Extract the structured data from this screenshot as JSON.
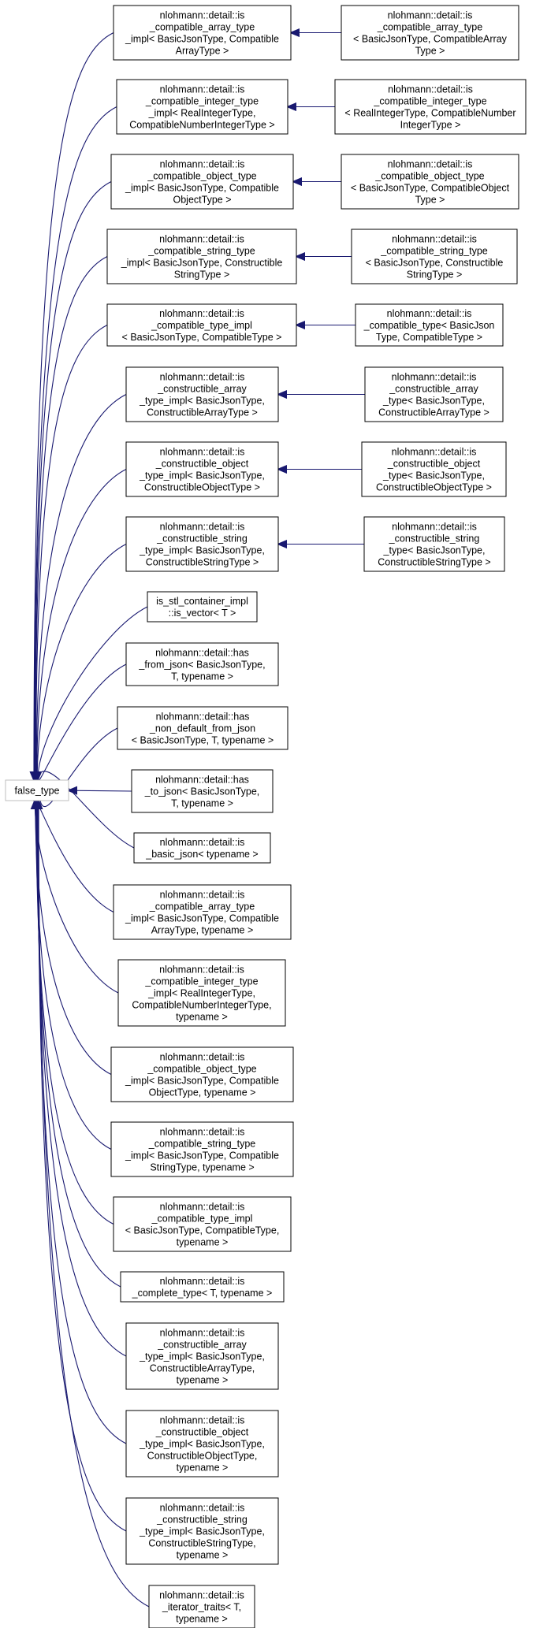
{
  "root": "false_type",
  "direct": [
    [
      "nlohmann::detail::is",
      "_compatible_array_type",
      "_impl< BasicJsonType, Compatible",
      "ArrayType >"
    ],
    [
      "nlohmann::detail::is",
      "_compatible_integer_type",
      "_impl< RealIntegerType,",
      "CompatibleNumberIntegerType >"
    ],
    [
      "nlohmann::detail::is",
      "_compatible_object_type",
      "_impl< BasicJsonType, Compatible",
      "ObjectType >"
    ],
    [
      "nlohmann::detail::is",
      "_compatible_string_type",
      "_impl< BasicJsonType, Constructible",
      "StringType >"
    ],
    [
      "nlohmann::detail::is",
      "_compatible_type_impl",
      "< BasicJsonType, CompatibleType >"
    ],
    [
      "nlohmann::detail::is",
      "_constructible_array",
      "_type_impl< BasicJsonType,",
      "ConstructibleArrayType >"
    ],
    [
      "nlohmann::detail::is",
      "_constructible_object",
      "_type_impl< BasicJsonType,",
      "ConstructibleObjectType >"
    ],
    [
      "nlohmann::detail::is",
      "_constructible_string",
      "_type_impl< BasicJsonType,",
      "ConstructibleStringType >"
    ],
    [
      "is_stl_container_impl",
      "::is_vector< T >"
    ],
    [
      "nlohmann::detail::has",
      "_from_json< BasicJsonType,",
      "T, typename >"
    ],
    [
      "nlohmann::detail::has",
      "_non_default_from_json",
      "< BasicJsonType, T, typename >"
    ],
    [
      "nlohmann::detail::has",
      "_to_json< BasicJsonType,",
      "T, typename >"
    ],
    [
      "nlohmann::detail::is",
      "_basic_json< typename >"
    ],
    [
      "nlohmann::detail::is",
      "_compatible_array_type",
      "_impl< BasicJsonType, Compatible",
      "ArrayType, typename >"
    ],
    [
      "nlohmann::detail::is",
      "_compatible_integer_type",
      "_impl< RealIntegerType,",
      "CompatibleNumberIntegerType,",
      "typename >"
    ],
    [
      "nlohmann::detail::is",
      "_compatible_object_type",
      "_impl< BasicJsonType, Compatible",
      "ObjectType, typename >"
    ],
    [
      "nlohmann::detail::is",
      "_compatible_string_type",
      "_impl< BasicJsonType, Compatible",
      "StringType, typename >"
    ],
    [
      "nlohmann::detail::is",
      "_compatible_type_impl",
      "< BasicJsonType, CompatibleType,",
      "typename >"
    ],
    [
      "nlohmann::detail::is",
      "_complete_type< T, typename >"
    ],
    [
      "nlohmann::detail::is",
      "_constructible_array",
      "_type_impl< BasicJsonType,",
      "ConstructibleArrayType,",
      "typename >"
    ],
    [
      "nlohmann::detail::is",
      "_constructible_object",
      "_type_impl< BasicJsonType,",
      "ConstructibleObjectType,",
      "typename >"
    ],
    [
      "nlohmann::detail::is",
      "_constructible_string",
      "_type_impl< BasicJsonType,",
      "ConstructibleStringType,",
      "typename >"
    ],
    [
      "nlohmann::detail::is",
      "_iterator_traits< T,",
      "typename >"
    ]
  ],
  "derived": [
    [
      "nlohmann::detail::is",
      "_compatible_array_type",
      "< BasicJsonType, CompatibleArray",
      "Type >"
    ],
    [
      "nlohmann::detail::is",
      "_compatible_integer_type",
      "< RealIntegerType, CompatibleNumber",
      "IntegerType >"
    ],
    [
      "nlohmann::detail::is",
      "_compatible_object_type",
      "< BasicJsonType, CompatibleObject",
      "Type >"
    ],
    [
      "nlohmann::detail::is",
      "_compatible_string_type",
      "< BasicJsonType, Constructible",
      "StringType >"
    ],
    [
      "nlohmann::detail::is",
      "_compatible_type< BasicJson",
      "Type, CompatibleType >"
    ],
    [
      "nlohmann::detail::is",
      "_constructible_array",
      "_type< BasicJsonType,",
      "ConstructibleArrayType >"
    ],
    [
      "nlohmann::detail::is",
      "_constructible_object",
      "_type< BasicJsonType,",
      "ConstructibleObjectType >"
    ],
    [
      "nlohmann::detail::is",
      "_constructible_string",
      "_type< BasicJsonType,",
      "ConstructibleStringType >"
    ]
  ],
  "colors": {
    "edge": "#191970",
    "root_border": "#bfbfbf",
    "node_border": "#000000"
  }
}
